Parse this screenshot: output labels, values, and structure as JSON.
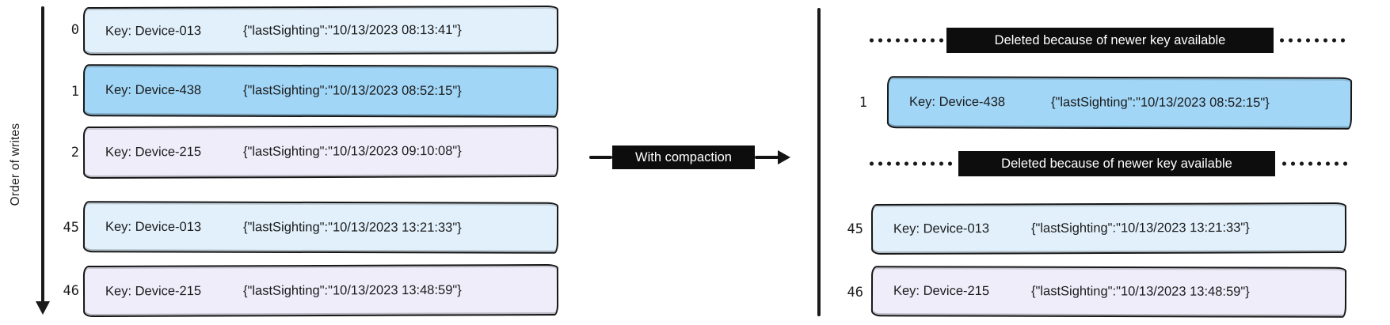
{
  "axis": {
    "label": "Order of writes"
  },
  "connector": {
    "label": "With compaction"
  },
  "colors": {
    "record_light_blue": "#e1f0fb",
    "record_blue": "#a1d6f7",
    "record_lavender": "#f0edfa",
    "badge_black": "#0d0d0d",
    "line_black": "#1a1a1a"
  },
  "left_log": {
    "rows": [
      {
        "index": "0",
        "key": "Key: Device-013",
        "value": "{\"lastSighting\":\"10/13/2023 08:13:41\"}"
      },
      {
        "index": "1",
        "key": "Key: Device-438",
        "value": "{\"lastSighting\":\"10/13/2023 08:52:15\"}"
      },
      {
        "index": "2",
        "key": "Key: Device-215",
        "value": "{\"lastSighting\":\"10/13/2023 09:10:08\"}"
      },
      {
        "index": "45",
        "key": "Key: Device-013",
        "value": "{\"lastSighting\":\"10/13/2023 13:21:33\"}"
      },
      {
        "index": "46",
        "key": "Key: Device-215",
        "value": "{\"lastSighting\":\"10/13/2023 13:48:59\"}"
      }
    ]
  },
  "right_log": {
    "deleted_1": {
      "label": "Deleted because of newer key available"
    },
    "deleted_2": {
      "label": "Deleted because of newer key available"
    },
    "rows": [
      {
        "index": "1",
        "key": "Key: Device-438",
        "value": "{\"lastSighting\":\"10/13/2023 08:52:15\"}"
      },
      {
        "index": "45",
        "key": "Key: Device-013",
        "value": "{\"lastSighting\":\"10/13/2023 13:21:33\"}"
      },
      {
        "index": "46",
        "key": "Key: Device-215",
        "value": "{\"lastSighting\":\"10/13/2023 13:48:59\"}"
      }
    ]
  }
}
